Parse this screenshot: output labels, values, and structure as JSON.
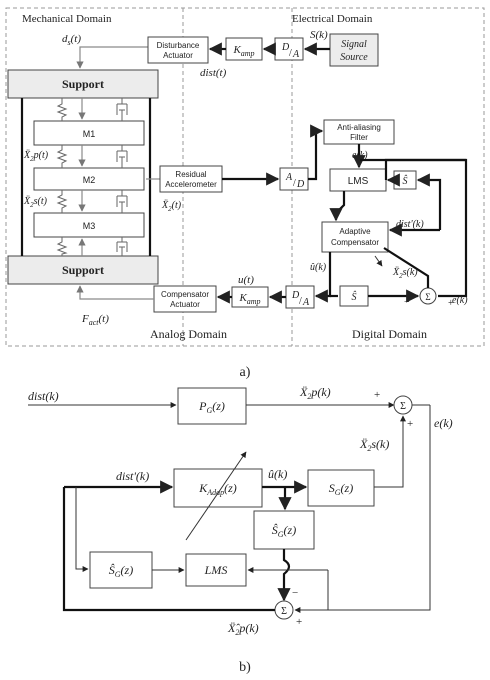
{
  "colors": {
    "line": "#333333",
    "gray_line": "#8a8a8a",
    "bold_line": "#111111",
    "box_fill_gray": "#ececec"
  },
  "a": {
    "caption": "a)",
    "domains": {
      "mechanical": "Mechanical Domain",
      "electrical": "Electrical Domain",
      "analog": "Analog Domain",
      "digital": "Digital Domain"
    },
    "support_top": "Support",
    "support_bottom": "Support",
    "masses": [
      "M1",
      "M2",
      "M3"
    ],
    "blocks": {
      "disturbance_actuator": [
        "Disturbance",
        "Actuator"
      ],
      "kamp": "K",
      "kamp_sub": "amp",
      "da_top": "D",
      "da_bot": "A",
      "signal_source": [
        "Signal",
        "Source"
      ],
      "residual_acc": [
        "Residual",
        "Accelerometer"
      ],
      "ad_top": "A",
      "ad_bot": "D",
      "anti_alias": [
        "Anti-aliasing",
        "Filter"
      ],
      "lms": "LMS",
      "s_hat": "Ŝ",
      "adaptive_comp": [
        "Adaptive",
        "Compensator"
      ],
      "comp_actuator": [
        "Compensator",
        "Actuator"
      ],
      "sum": "Σ"
    },
    "labels": {
      "ds": "d",
      "ds_sub": "s",
      "ds_arg": "(t)",
      "S": "S(k)",
      "dist": "dist(t)",
      "x2p": "Ẍ",
      "x2p_sub": "2",
      "x2p_rest": "p(t)",
      "x2s": "Ẍ",
      "x2s_sub": "2",
      "x2s_rest": "s(t)",
      "x2": "Ẍ",
      "x2_sub": "2",
      "x2_rest": "(t)",
      "ek": "e(k)",
      "distp": "dist'(k)",
      "uhat": "û(k)",
      "x2sk": "Ẍ",
      "x2sk_sub": "2",
      "x2sk_rest": "s(k)",
      "ut": "u(t)",
      "fact": "F",
      "fact_sub": "act",
      "fact_rest": "(t)",
      "ek2": "e(k)",
      "minus": "−",
      "plus": "+"
    }
  },
  "b": {
    "caption": "b)",
    "labels": {
      "distk": "dist(k)",
      "x2pk": "Ẍ",
      "x2pk_sub": "2",
      "x2pk_rest": "p(k)",
      "ek": "e(k)",
      "x2sk": "Ẍ",
      "x2sk_sub": "2",
      "x2sk_rest": "s(k)",
      "distp": "dist'(k)",
      "uhat": "û(k)",
      "x2phat": "Ẍ̂",
      "x2phat_sub": "2",
      "x2phat_rest": "p(k)",
      "plus": "+",
      "minus": "−"
    },
    "blocks": {
      "pg": "P",
      "pg_sub": "G",
      "pg_rest": "(z)",
      "kadap": "K",
      "kadap_sub": "Adap",
      "kadap_rest": "(z)",
      "sg": "S",
      "sg_sub": "G",
      "sg_rest": "(z)",
      "sg_hat1": "Ŝ",
      "sg_hat1_sub": "G",
      "sg_hat1_rest": "(z)",
      "sg_hat2": "Ŝ",
      "sg_hat2_sub": "G",
      "sg_hat2_rest": "(z)",
      "lms": "LMS",
      "sum": "Σ"
    }
  }
}
